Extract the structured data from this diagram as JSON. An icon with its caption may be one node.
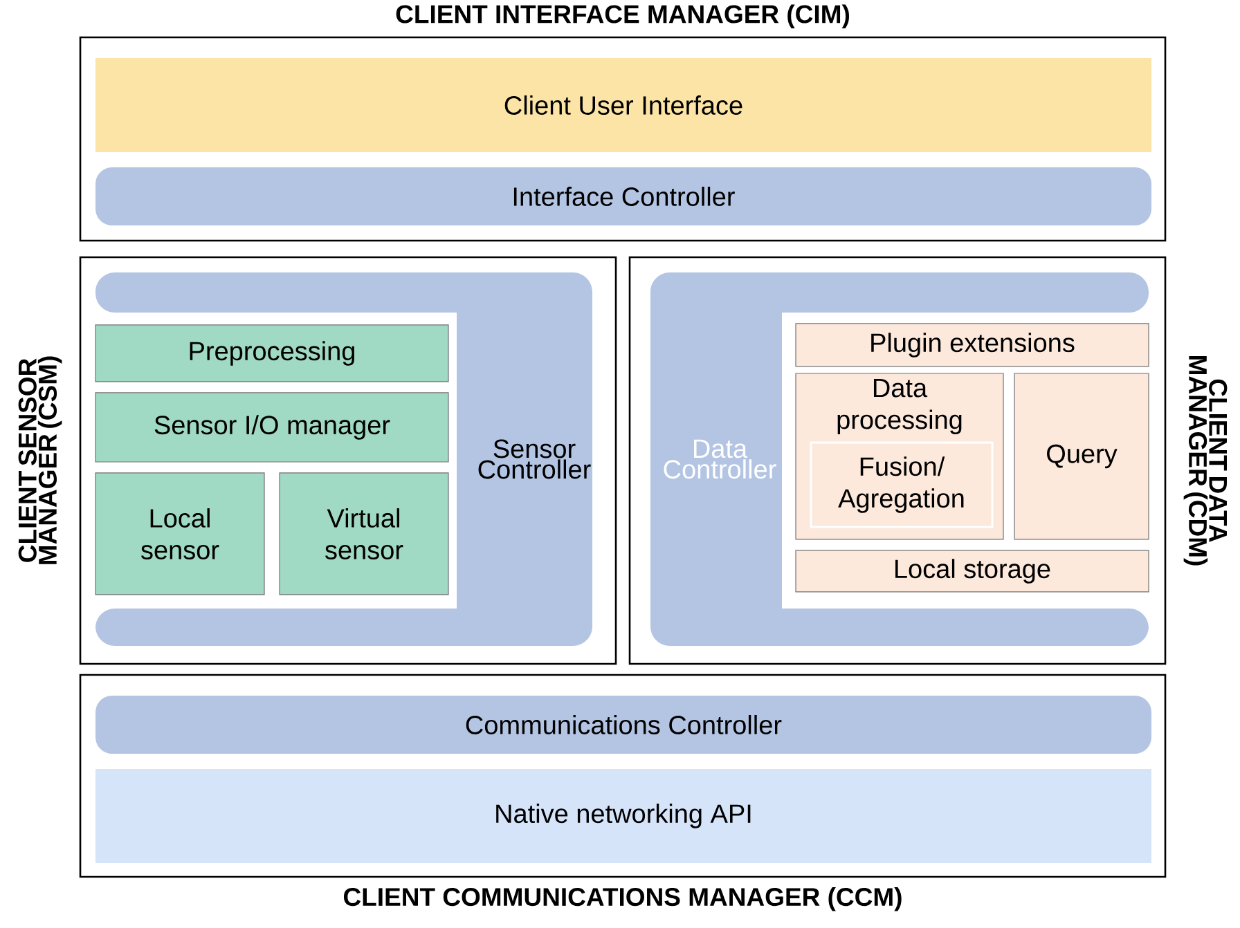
{
  "diagram": {
    "nodes": [
      {
        "text": [
          "CLIENT INTERFACE MANAGER (CIM)"
        ]
      },
      {
        "text": [
          "Client User Interface"
        ],
        "in": 0
      },
      {
        "text": [
          "Interface Controller"
        ],
        "in": 0
      },
      {
        "text": [
          "CLIENT SENSOR MANAGER (CSM)"
        ]
      },
      {
        "text": [
          "Sensor Controller"
        ],
        "in": 3
      },
      {
        "text": [
          "Preprocessing"
        ],
        "in": 4
      },
      {
        "text": [
          "Sensor I/O manager"
        ],
        "in": 4
      },
      {
        "text": [
          "Local sensor"
        ],
        "in": 4
      },
      {
        "text": [
          "Virtual sensor"
        ],
        "in": 4
      },
      {
        "text": [
          "CLIENT DATA MANAGER (CDM)"
        ]
      },
      {
        "text": [
          "Data Controller"
        ],
        "in": 9
      },
      {
        "text": [
          "Plugin extensions"
        ],
        "in": 10
      },
      {
        "text": [
          "Data processing"
        ],
        "in": 10
      },
      {
        "text": [
          "Fusion/ Agregation"
        ],
        "in": 12
      },
      {
        "text": [
          "Query"
        ],
        "in": 10
      },
      {
        "text": [
          "Local storage"
        ],
        "in": 10
      },
      {
        "text": [
          "CLIENT COMMUNICATIONS MANAGER (CCM)"
        ]
      },
      {
        "text": [
          "Communications Controller"
        ],
        "in": 16
      },
      {
        "text": [
          "Native networking API"
        ],
        "in": 16
      }
    ],
    "edges": []
  }
}
